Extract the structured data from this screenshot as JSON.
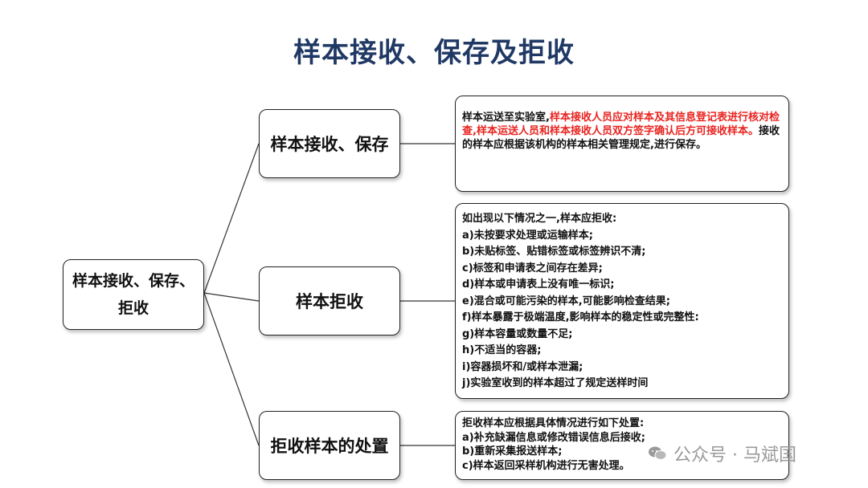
{
  "title": "样本接收、保存及拒收",
  "root": {
    "line1": "样本接收、保存、",
    "line2": "拒收"
  },
  "branches": [
    {
      "label": "样本接收、保存"
    },
    {
      "label": "样本拒收"
    },
    {
      "label": "拒收样本的处置"
    }
  ],
  "details": {
    "receive": {
      "p1": "样本运送至实验室,",
      "p2_red": "样本接收人员应对样本及其信息登记表进行核对检查,样本运送人员和样本接收人员双方签字确认后方可接收样本。",
      "p3": "接收的样本应根据该机构的样本相关管理规定,进行保存。"
    },
    "reject": [
      "如出现以下情况之一,样本应拒收:",
      "a)未按要求处理或运输样本;",
      "b)未贴标签、贴错标签或标签辨识不清;",
      "c)标签和申请表之间存在差异;",
      "d)样本或申请表上没有唯一标识;",
      "e)混合或可能污染的样本,可能影响检查结果;",
      "f)样本暴露于极端温度,影响样本的稳定性或完整性:",
      "g)样本容量或数量不足;",
      "h)不适当的容器;",
      "i)容器损坏和/或样本泄漏;",
      "j)实验室收到的样本超过了规定送样时间"
    ],
    "dispose": [
      "拒收样本应根据具体情况进行如下处置:",
      "a)补充缺漏信息或修改错误信息后接收;",
      "b)重新采集报送样本;",
      "c)样本返回采样机构进行无害处理。"
    ]
  },
  "watermark": {
    "text": "公众号 · 马斌国",
    "icon": "wechat-icon"
  },
  "colors": {
    "title": "#1f3864",
    "highlight": "#e8231f",
    "watermark": "#9a9a9a"
  }
}
